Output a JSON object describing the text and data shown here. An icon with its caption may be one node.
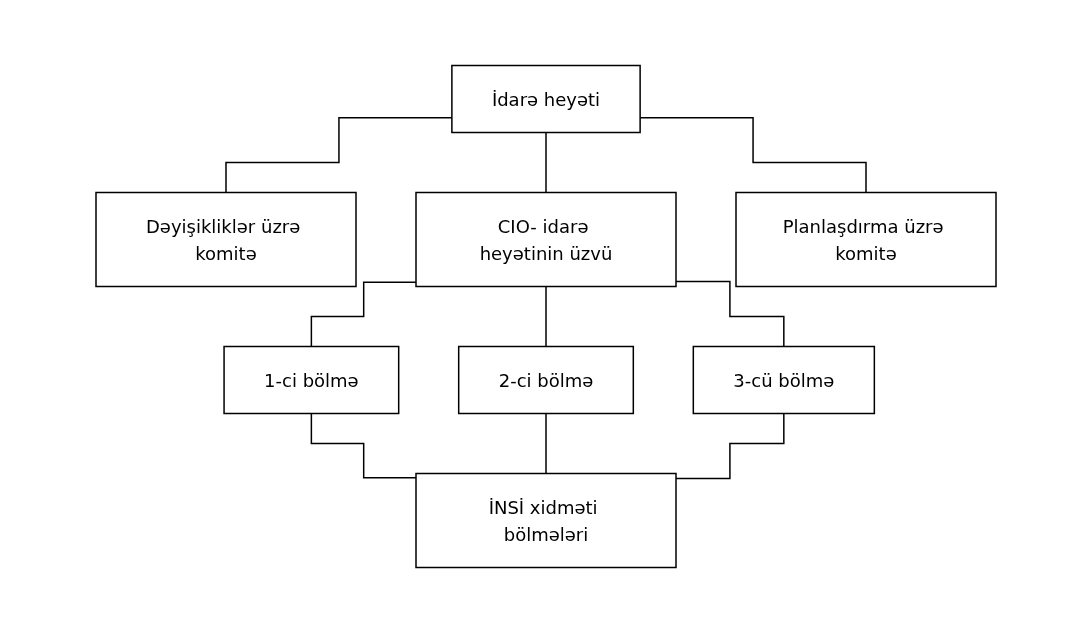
{
  "diagram": {
    "nodes": [
      {
        "text": [
          "İdarə heyəti"
        ]
      },
      {
        "text": [
          "Dəyişikliklər üzrə komitə"
        ]
      },
      {
        "text": [
          "CIO- idarə heyətinin üzvü"
        ]
      },
      {
        "text": [
          "Planlaşdırma üzrə komitə"
        ]
      },
      {
        "text": [
          "1-ci bölmə"
        ]
      },
      {
        "text": [
          "2-ci bölmə"
        ]
      },
      {
        "text": [
          "3-cü bölmə"
        ]
      },
      {
        "text": [
          "İNSİ xidməti bölmələri"
        ]
      }
    ],
    "edges": [
      {
        "from": 0,
        "to": 1,
        "arrow": "none"
      },
      {
        "from": 0,
        "to": 2,
        "arrow": "none"
      },
      {
        "from": 0,
        "to": 3,
        "arrow": "none"
      },
      {
        "from": 2,
        "to": 4,
        "arrow": "none"
      },
      {
        "from": 2,
        "to": 5,
        "arrow": "none"
      },
      {
        "from": 2,
        "to": 6,
        "arrow": "none"
      },
      {
        "from": 4,
        "to": 7,
        "arrow": "none"
      },
      {
        "from": 5,
        "to": 7,
        "arrow": "none"
      },
      {
        "from": 6,
        "to": 7,
        "arrow": "none"
      }
    ]
  }
}
